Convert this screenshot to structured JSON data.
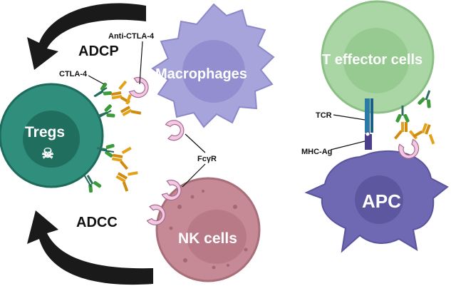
{
  "labels": {
    "adcp": "ADCP",
    "adcc": "ADCC",
    "anti_ctla4": "Anti-CTLA-4",
    "ctla4": "CTLA-4",
    "tregs": "Tregs",
    "skull": "☠",
    "macrophages": "Macrophages",
    "fcgr": "FcγR",
    "nk_cells": "NK cells",
    "t_effector": "T effector cells",
    "tcr": "TCR",
    "mhc_ag": "MHC-Ag",
    "apc": "APC"
  },
  "colors": {
    "treg_outer": "#2f8f7c",
    "treg_inner": "#1f6e5e",
    "macrophage": "#a7a4dc",
    "nk": "#c58a95",
    "t_effector": "#a9d6a4",
    "apc": "#6f68b3",
    "antibody": "#e3a21a",
    "receptor_green": "#3d9a3a",
    "fc_receptor": "#f2c9e2",
    "arrow": "#1a1a1a"
  },
  "icons": [
    "curved-arrow-icon",
    "antibody-icon",
    "fc-receptor-icon",
    "skull-icon"
  ]
}
